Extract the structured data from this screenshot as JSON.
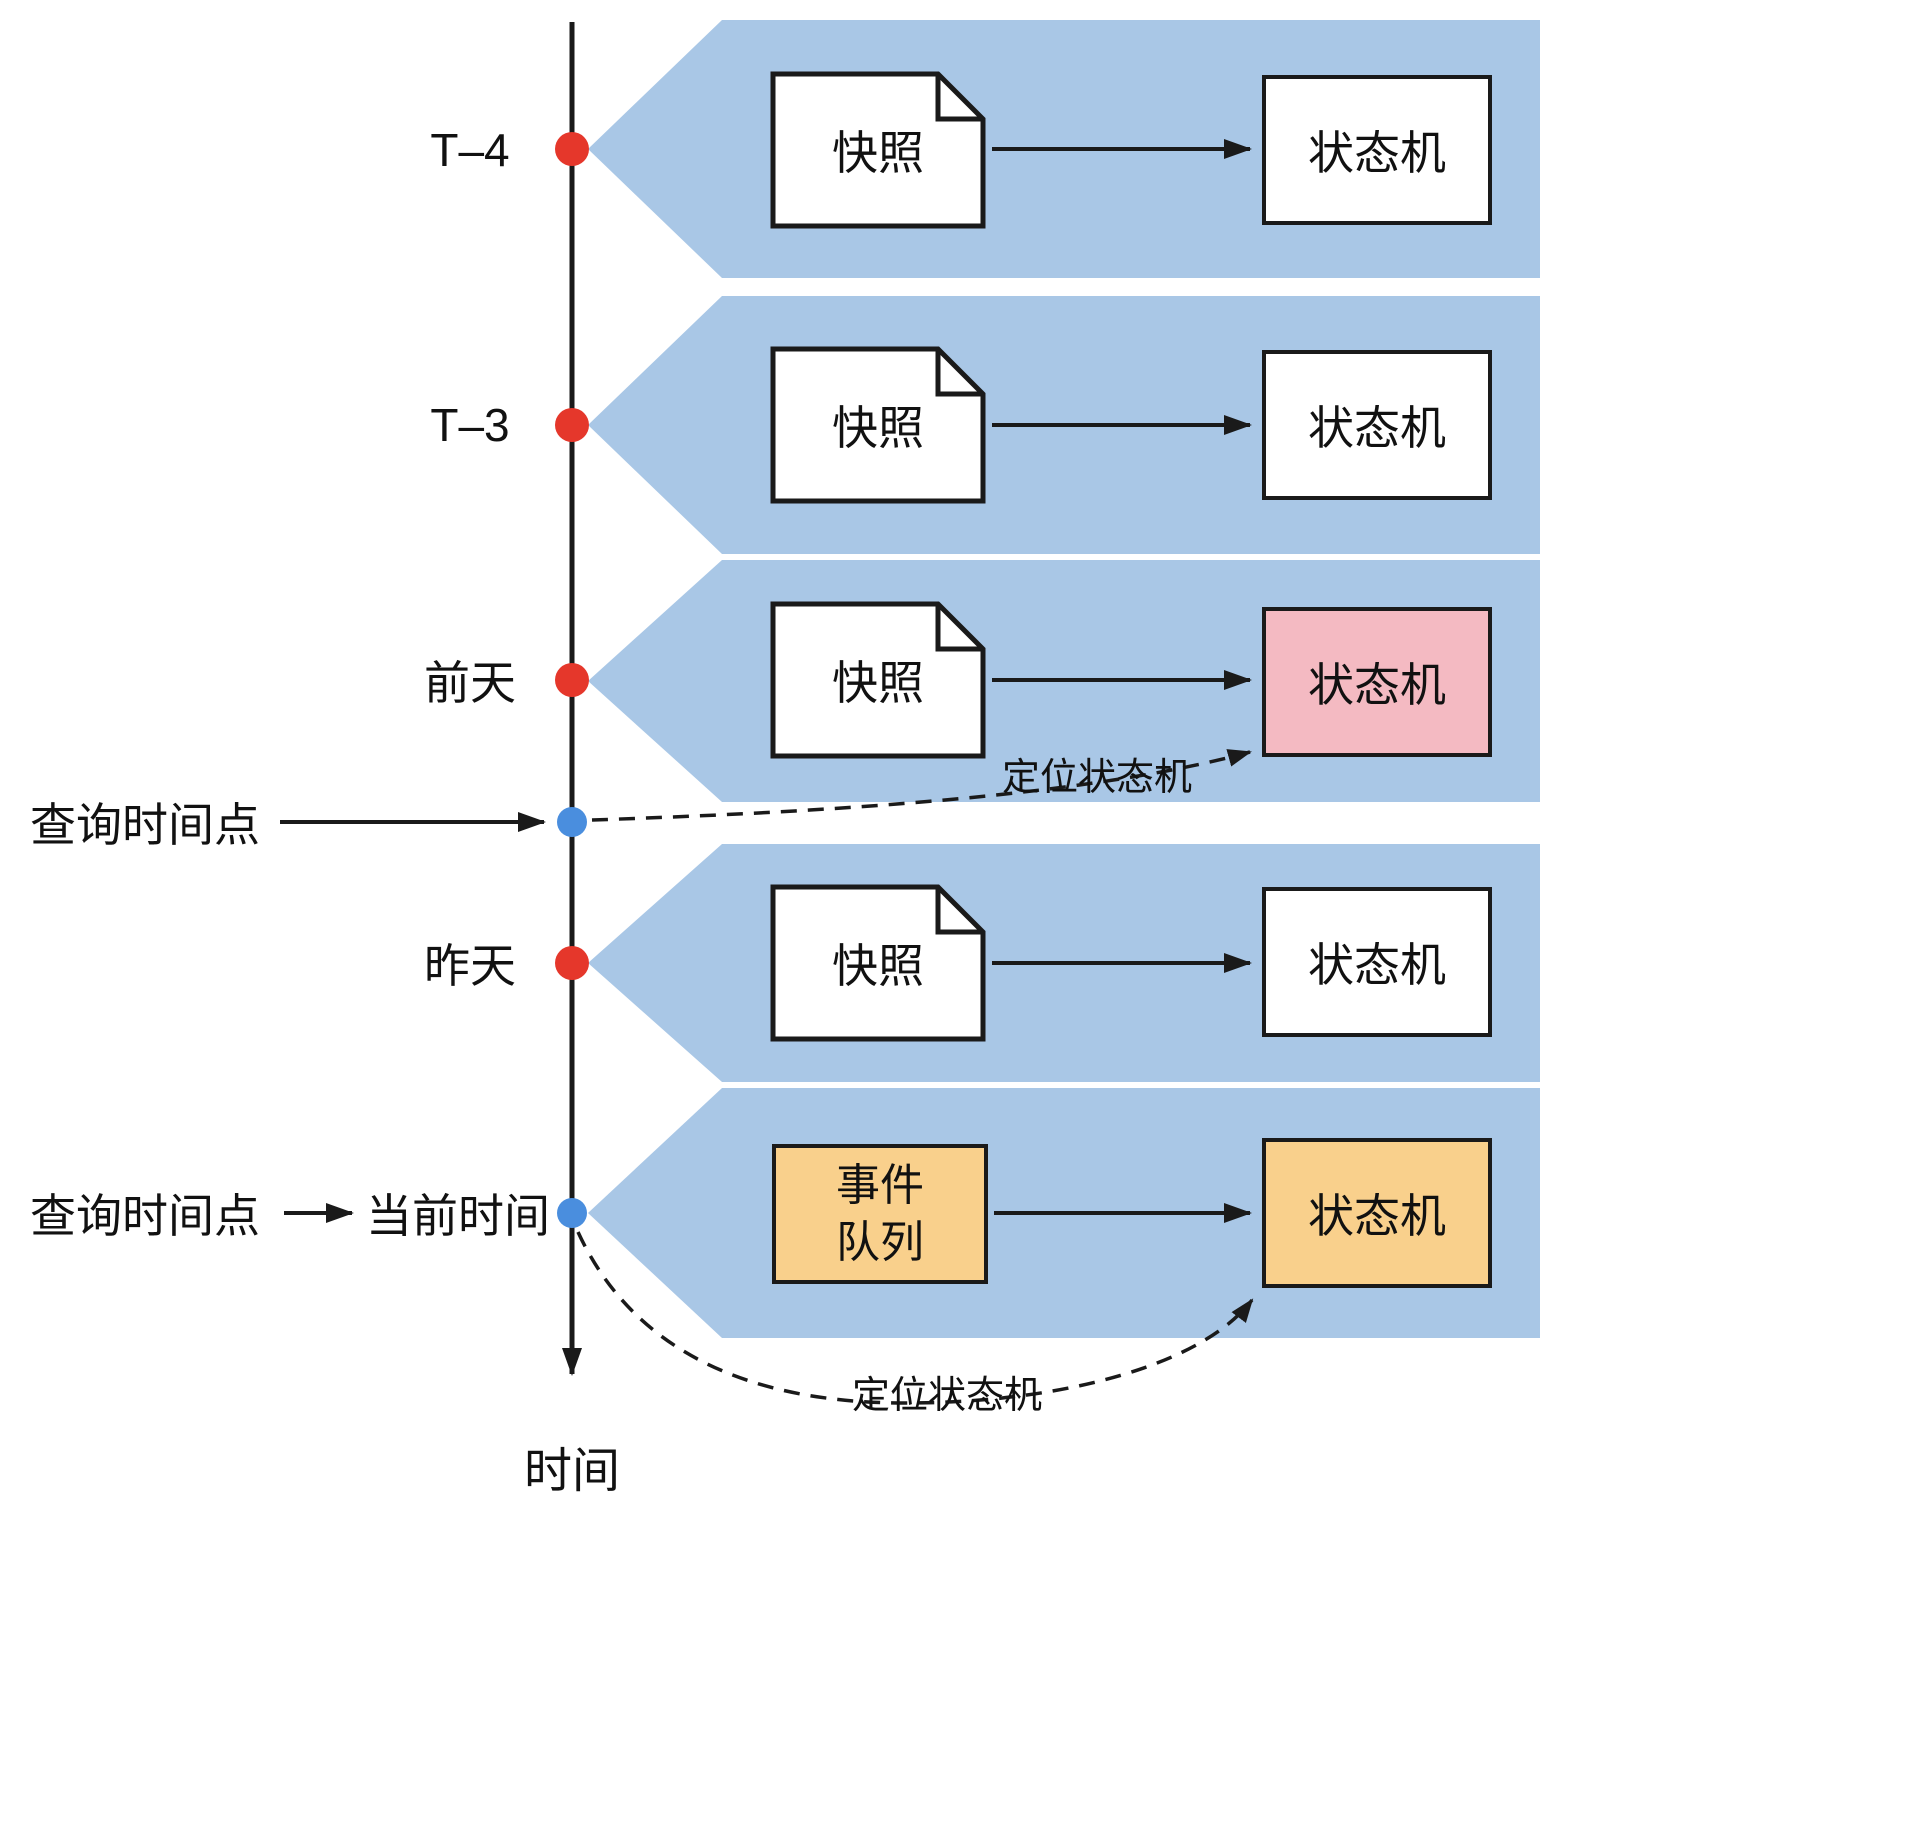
{
  "title": "快照与状态机时间线示意图",
  "colors": {
    "band_blue": "#a9c7e6",
    "red_dot": "#e5372b",
    "blue_dot": "#4a8ede",
    "pink_box": "#f4bac2",
    "orange_box": "#f9d08c",
    "line": "#1a1a1a"
  },
  "timeline": {
    "axis_label": "时间",
    "labels": {
      "t4": "T–4",
      "t3": "T–3",
      "day_before_yesterday": "前天",
      "yesterday": "昨天",
      "current_time": "当前时间"
    }
  },
  "query": {
    "label1": "查询时间点",
    "label2": "查询时间点"
  },
  "rows": [
    {
      "source": "快照",
      "target": "状态机"
    },
    {
      "source": "快照",
      "target": "状态机"
    },
    {
      "source": "快照",
      "target": "状态机"
    },
    {
      "source": "快照",
      "target": "状态机"
    },
    {
      "source": "事件\n队列",
      "target": "状态机"
    }
  ],
  "annotations": {
    "locate1": "定位状态机",
    "locate2": "定位状态机"
  }
}
